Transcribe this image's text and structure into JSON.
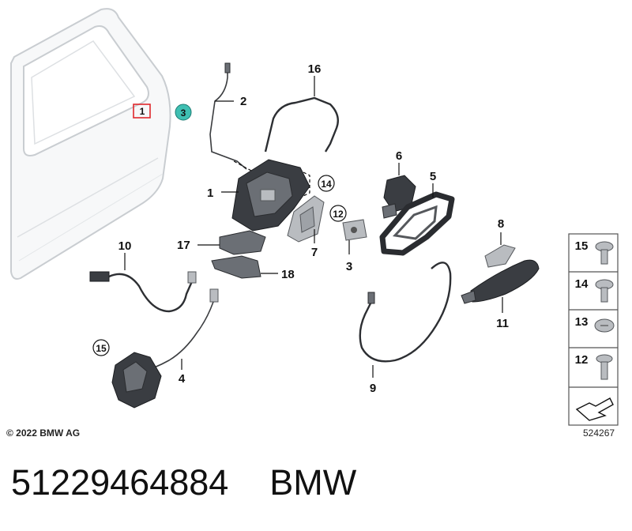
{
  "callouts": {
    "c1": "1",
    "c2": "2",
    "c3": "3",
    "c4": "4",
    "c5": "5",
    "c6": "6",
    "c7": "7",
    "c8": "8",
    "c9": "9",
    "c10": "10",
    "c11": "11",
    "c12": "12",
    "c14": "14",
    "c15": "15",
    "c16": "16",
    "c17": "17",
    "c18": "18",
    "door_1": "1",
    "door_3": "3"
  },
  "fasteners": [
    {
      "number": "15"
    },
    {
      "number": "14"
    },
    {
      "number": "13"
    },
    {
      "number": "12"
    }
  ],
  "copyright": "© 2022 BMW AG",
  "document_number": "524267",
  "footer": {
    "part_number": "51229464884",
    "brand": "BMW"
  },
  "colors": {
    "door_outline": "#c9cdd1",
    "highlight_red": "#e0282c",
    "callout_teal": "#3fbfb2"
  }
}
